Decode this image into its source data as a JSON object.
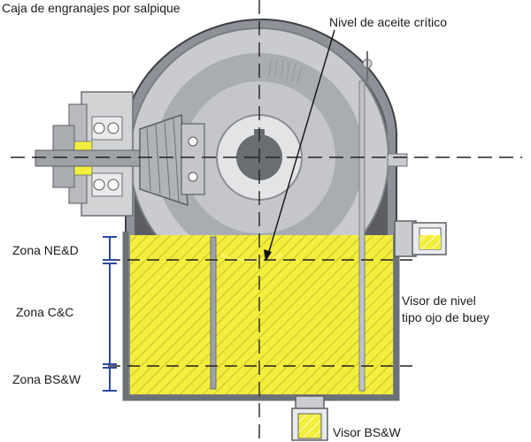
{
  "title": "Caja de engranajes por salpique",
  "labels": {
    "critical_level": "Nivel de aceite crítico",
    "zone_ned": "Zona NE&D",
    "zone_cc": "Zona C&C",
    "zone_bsw": "Zona BS&W",
    "level_sight_line1": "Visor de nivel",
    "level_sight_line2": "tipo ojo de buey",
    "bsw_sight": "Visor BS&W"
  },
  "colors": {
    "oil": "#f2ee3c",
    "hatch": "#d8c72a",
    "housing_dark": "#5b5d63",
    "housing_mid": "#8e9298",
    "housing_light": "#c9cbce",
    "zone_marker": "#2b4aa0"
  }
}
